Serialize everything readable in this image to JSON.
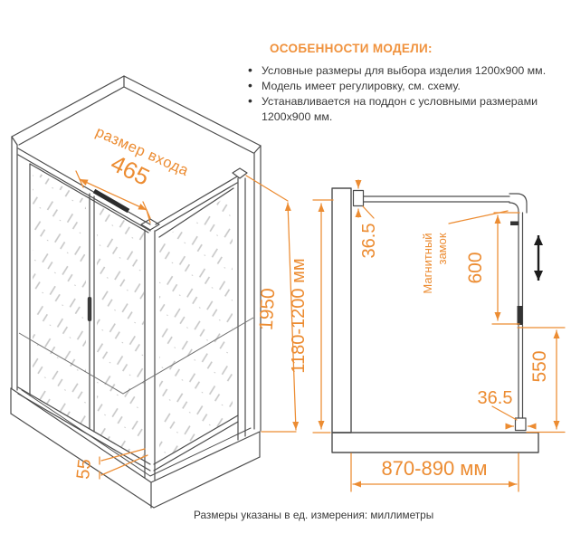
{
  "features": {
    "title": "ОСОБЕННОСТИ МОДЕЛИ:",
    "items": [
      "Условные размеры для выбора изделия 1200x900 мм.",
      "Модель имеет регулировку, см. схему.",
      "Устанавливается на поддон с условными размерами 1200x900 мм."
    ]
  },
  "iso": {
    "entrance_label": "размер входа",
    "entrance_width": "465",
    "height": "1950",
    "tray_height": "55"
  },
  "plan": {
    "depth": "1180-1200 мм",
    "top_adjust": "36.5",
    "door_width": "600",
    "lock_words": [
      "Магнитный",
      "замок"
    ],
    "side_fixed": "550",
    "bottom_adjust": "36.5",
    "width": "870-890 мм"
  },
  "footer": {
    "units_note": "Размеры указаны в ед. измерения: миллиметры"
  },
  "colors": {
    "accent_dimension": "#EC8C32",
    "accent_heading": "#F0923D",
    "line": "#4D4D4D",
    "text": "#3B3B3B",
    "slide_arrow": "#1C1C1C"
  }
}
